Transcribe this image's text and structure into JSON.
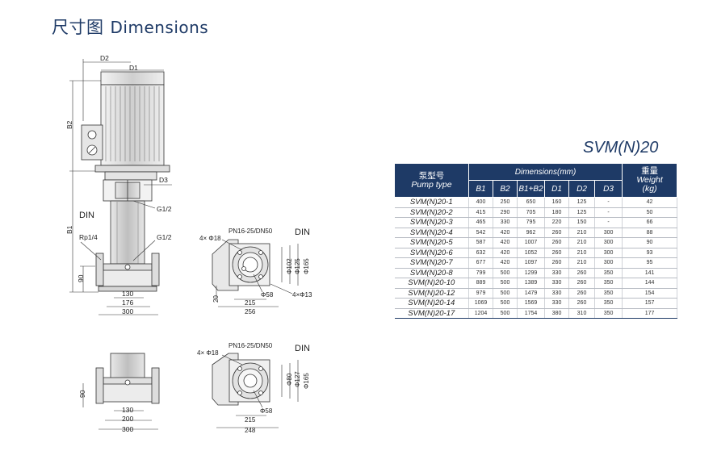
{
  "heading": {
    "cn": "尺寸图",
    "en": "Dimensions"
  },
  "model_title": "SVM(N)20",
  "drawing_labels": {
    "d2": "D2",
    "d1": "D1",
    "b2": "B2",
    "b1": "B1",
    "d3": "D3",
    "g12_top": "G1/2",
    "g12_bottom": "G1/2",
    "din_main": "DIN",
    "rp14": "Rp1/4",
    "dim_90_a": "90",
    "dim_130_a": "130",
    "dim_176": "176",
    "dim_300_a": "300",
    "flange_a": "4× Φ18",
    "pn_a": "PN16-25/DN50",
    "din_a": "DIN",
    "phi102": "Φ102",
    "phi125": "Φ125",
    "phi165_a": "Φ165",
    "phi58_a": "Φ58",
    "bolt_a": "4×Φ13",
    "dim_20": "20",
    "dim_215_a": "215",
    "dim_256": "256",
    "dim_90_b": "90",
    "dim_130_b": "130",
    "dim_200": "200",
    "dim_300_b": "300",
    "flange_b": "4× Φ18",
    "pn_b": "PN16-25/DN50",
    "din_b": "DIN",
    "phi80": "Φ80",
    "phi127": "Φ127",
    "phi165_b": "Φ165",
    "phi58_b": "Φ58",
    "dim_215_b": "215",
    "dim_248": "248"
  },
  "table": {
    "h_type_cn": "泵型号",
    "h_type_en": "Pump type",
    "h_dims": "Dimensions(mm)",
    "h_weight_cn": "重量",
    "h_weight_en": "Weight",
    "h_weight_unit": "(kg)",
    "sub_headers": [
      "B1",
      "B2",
      "B1+B2",
      "D1",
      "D2",
      "D3"
    ],
    "rows": [
      [
        "SVM(N)20-1",
        "400",
        "250",
        "650",
        "160",
        "125",
        "-",
        "42"
      ],
      [
        "SVM(N)20-2",
        "415",
        "290",
        "705",
        "180",
        "125",
        "-",
        "50"
      ],
      [
        "SVM(N)20-3",
        "465",
        "330",
        "795",
        "220",
        "150",
        "-",
        "66"
      ],
      [
        "SVM(N)20-4",
        "542",
        "420",
        "962",
        "260",
        "210",
        "300",
        "88"
      ],
      [
        "SVM(N)20-5",
        "587",
        "420",
        "1007",
        "260",
        "210",
        "300",
        "90"
      ],
      [
        "SVM(N)20-6",
        "632",
        "420",
        "1052",
        "260",
        "210",
        "300",
        "93"
      ],
      [
        "SVM(N)20-7",
        "677",
        "420",
        "1097",
        "260",
        "210",
        "300",
        "95"
      ],
      [
        "SVM(N)20-8",
        "799",
        "500",
        "1299",
        "330",
        "260",
        "350",
        "141"
      ],
      [
        "SVM(N)20-10",
        "889",
        "500",
        "1389",
        "330",
        "260",
        "350",
        "144"
      ],
      [
        "SVM(N)20-12",
        "979",
        "500",
        "1479",
        "330",
        "260",
        "350",
        "154"
      ],
      [
        "SVM(N)20-14",
        "1069",
        "500",
        "1569",
        "330",
        "260",
        "350",
        "157"
      ],
      [
        "SVM(N)20-17",
        "1204",
        "500",
        "1754",
        "380",
        "310",
        "350",
        "177"
      ]
    ]
  }
}
